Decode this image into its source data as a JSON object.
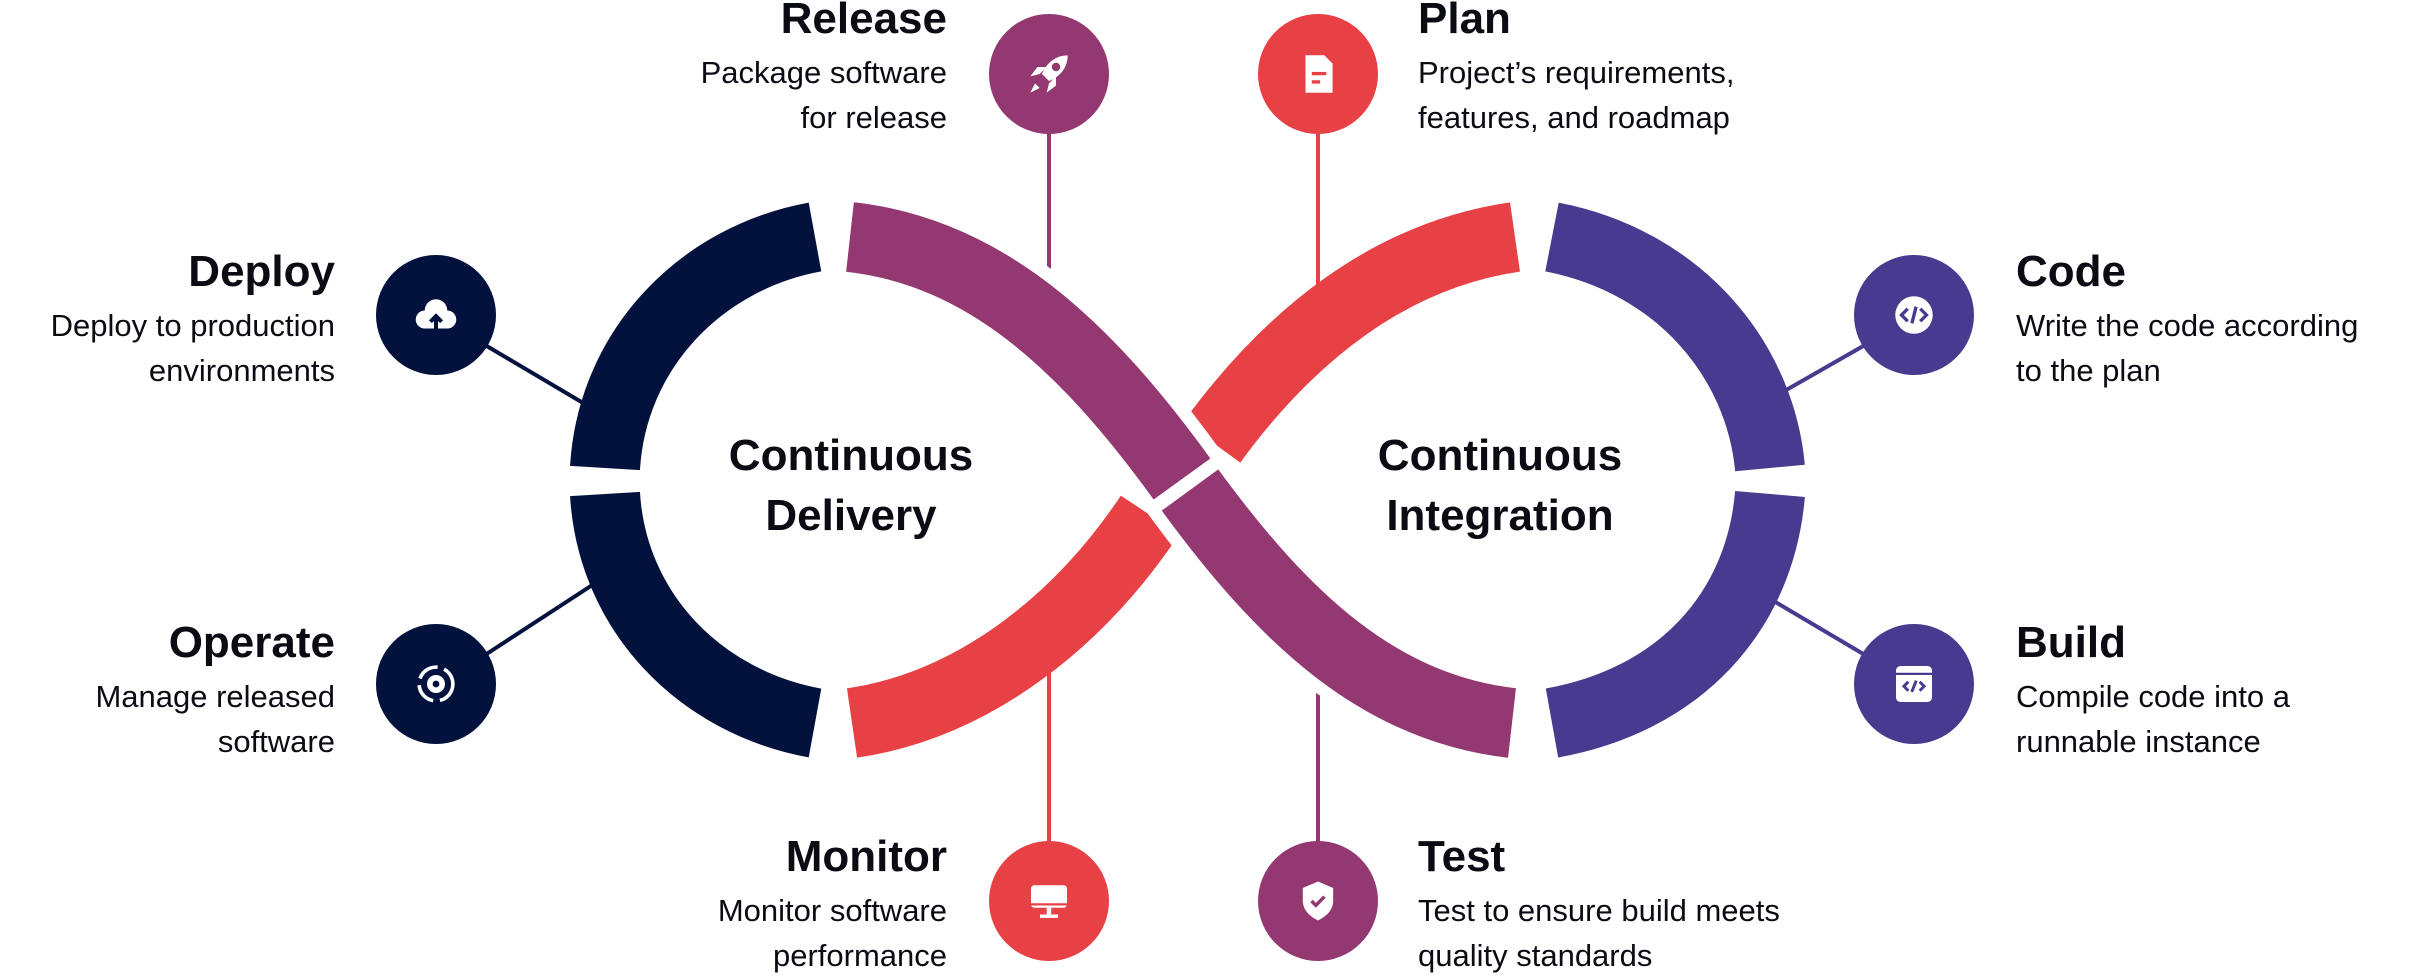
{
  "colors": {
    "navy": "#02123d",
    "purple": "#933871",
    "red": "#e84145",
    "indigo": "#473a8f"
  },
  "centers": {
    "delivery": [
      "Continuous",
      "Delivery"
    ],
    "integration": [
      "Continuous",
      "Integration"
    ]
  },
  "stages": {
    "release": {
      "title": "Release",
      "desc": [
        "Package software",
        "for release"
      ],
      "icon": "rocket-icon"
    },
    "plan": {
      "title": "Plan",
      "desc": [
        "Project’s requirements,",
        "features, and roadmap"
      ],
      "icon": "document-icon"
    },
    "deploy": {
      "title": "Deploy",
      "desc": [
        "Deploy to production",
        "environments"
      ],
      "icon": "cloud-upload-icon"
    },
    "code": {
      "title": "Code",
      "desc": [
        "Write the code according",
        "to the plan"
      ],
      "icon": "code-icon"
    },
    "operate": {
      "title": "Operate",
      "desc": [
        "Manage released",
        "software"
      ],
      "icon": "gear-cycle-icon"
    },
    "build": {
      "title": "Build",
      "desc": [
        "Compile code into a",
        "runnable instance"
      ],
      "icon": "code-window-icon"
    },
    "monitor": {
      "title": "Monitor",
      "desc": [
        "Monitor software",
        "performance"
      ],
      "icon": "monitor-icon"
    },
    "test": {
      "title": "Test",
      "desc": [
        "Test to ensure build meets",
        "quality standards"
      ],
      "icon": "shield-check-icon"
    }
  }
}
